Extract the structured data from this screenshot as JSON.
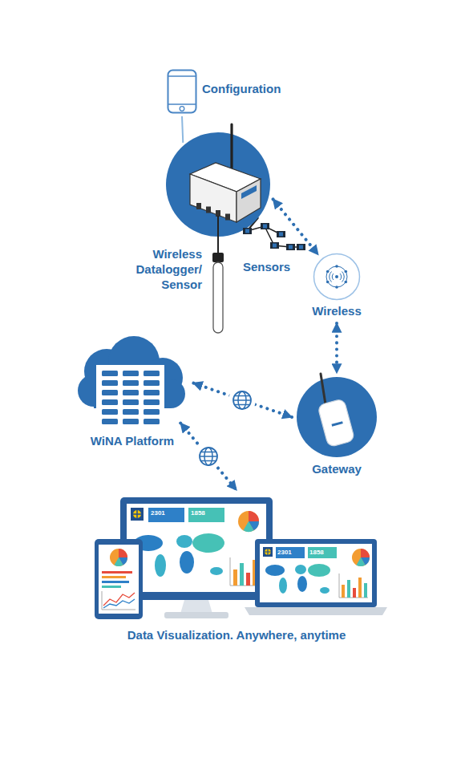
{
  "diagram": {
    "nodes": [
      {
        "text": [
          "Configuration"
        ]
      },
      {
        "text": [
          "Wireless Datalogger/ Sensor"
        ]
      },
      {
        "text": [
          "Sensors"
        ]
      },
      {
        "text": [
          "Wireless"
        ]
      },
      {
        "text": [
          "Gateway"
        ]
      },
      {
        "text": [
          "WiNA Platform"
        ]
      },
      {
        "text": [
          "Data Visualization. Anywhere, anytime"
        ]
      }
    ],
    "edges": [
      {
        "from": 0,
        "to": 1,
        "arrow": "none"
      },
      {
        "from": 1,
        "to": 2,
        "arrow": "none"
      },
      {
        "from": 1,
        "to": 3,
        "arrow": "both"
      },
      {
        "from": 3,
        "to": 4,
        "arrow": "both"
      },
      {
        "from": 4,
        "to": 5,
        "arrow": "both"
      },
      {
        "from": 5,
        "to": 6,
        "arrow": "both"
      }
    ],
    "labels": [
      "2301",
      "1858",
      "2301",
      "1858"
    ]
  }
}
